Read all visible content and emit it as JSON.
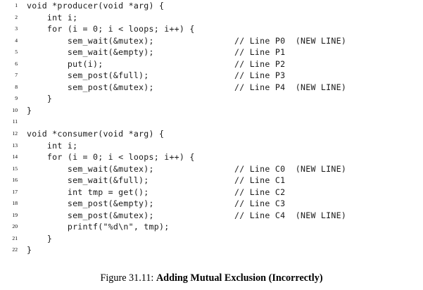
{
  "figure": {
    "caption_label": "Figure 31.11:",
    "caption_title": "Adding Mutual Exclusion (Incorrectly)"
  },
  "code": {
    "language": "c",
    "comment_column": 333,
    "lines": [
      {
        "num": "1",
        "text": "void *producer(void *arg) {",
        "comment": ""
      },
      {
        "num": "2",
        "text": "    int i;",
        "comment": ""
      },
      {
        "num": "3",
        "text": "    for (i = 0; i < loops; i++) {",
        "comment": ""
      },
      {
        "num": "4",
        "text": "        sem_wait(&mutex);",
        "comment": "// Line P0  (NEW LINE)"
      },
      {
        "num": "5",
        "text": "        sem_wait(&empty);",
        "comment": "// Line P1"
      },
      {
        "num": "6",
        "text": "        put(i);",
        "comment": "// Line P2"
      },
      {
        "num": "7",
        "text": "        sem_post(&full);",
        "comment": "// Line P3"
      },
      {
        "num": "8",
        "text": "        sem_post(&mutex);",
        "comment": "// Line P4  (NEW LINE)"
      },
      {
        "num": "9",
        "text": "    }",
        "comment": ""
      },
      {
        "num": "10",
        "text": "}",
        "comment": ""
      },
      {
        "num": "11",
        "text": "",
        "comment": ""
      },
      {
        "num": "12",
        "text": "void *consumer(void *arg) {",
        "comment": ""
      },
      {
        "num": "13",
        "text": "    int i;",
        "comment": ""
      },
      {
        "num": "14",
        "text": "    for (i = 0; i < loops; i++) {",
        "comment": ""
      },
      {
        "num": "15",
        "text": "        sem_wait(&mutex);",
        "comment": "// Line C0  (NEW LINE)"
      },
      {
        "num": "16",
        "text": "        sem_wait(&full);",
        "comment": "// Line C1"
      },
      {
        "num": "17",
        "text": "        int tmp = get();",
        "comment": "// Line C2"
      },
      {
        "num": "18",
        "text": "        sem_post(&empty);",
        "comment": "// Line C3"
      },
      {
        "num": "19",
        "text": "        sem_post(&mutex);",
        "comment": "// Line C4  (NEW LINE)"
      },
      {
        "num": "20",
        "text": "        printf(\"%d\\n\", tmp);",
        "comment": ""
      },
      {
        "num": "21",
        "text": "    }",
        "comment": ""
      },
      {
        "num": "22",
        "text": "}",
        "comment": ""
      }
    ]
  }
}
